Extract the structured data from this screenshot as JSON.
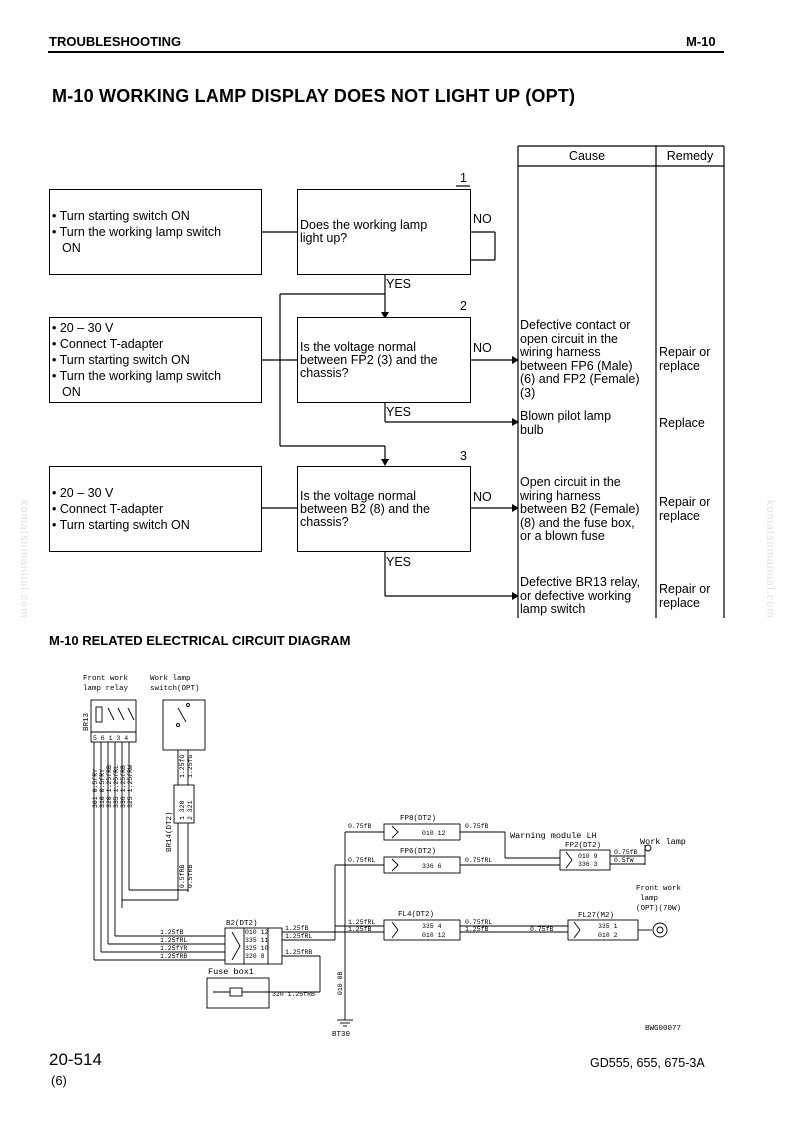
{
  "header": {
    "section": "TROUBLESHOOTING",
    "code": "M-10"
  },
  "title": "M-10  WORKING LAMP DISPLAY DOES NOT LIGHT UP (OPT)",
  "table": {
    "cause_header": "Cause",
    "remedy_header": "Remedy"
  },
  "steps": [
    {
      "number": "1",
      "conditions": [
        "• Turn starting switch ON",
        "• Turn the working lamp switch",
        "  ON"
      ],
      "question": [
        "Does the working lamp",
        "light up?"
      ],
      "no": "NO",
      "yes": "YES"
    },
    {
      "number": "2",
      "conditions": [
        "• 20 – 30 V",
        "• Connect T-adapter",
        "• Turn starting switch ON",
        "• Turn the working lamp switch",
        "  ON"
      ],
      "question": [
        "Is the voltage normal",
        "between FP2 (3) and the",
        "chassis?"
      ],
      "no": "NO",
      "yes": "YES"
    },
    {
      "number": "3",
      "conditions": [
        "• 20 – 30 V",
        "• Connect T-adapter",
        "• Turn starting switch ON"
      ],
      "question": [
        "Is the voltage normal",
        "between B2 (8) and the",
        "chassis?"
      ],
      "no": "NO",
      "yes": "YES"
    }
  ],
  "causes": [
    {
      "cause": [
        "Defective contact or",
        "open circuit in the",
        "wiring harness",
        "between FP6 (Male)",
        "(6) and FP2 (Female)",
        "(3)"
      ],
      "remedy": [
        "Repair or",
        "replace"
      ]
    },
    {
      "cause": [
        "Blown pilot lamp",
        "bulb"
      ],
      "remedy": [
        "Replace"
      ]
    },
    {
      "cause": [
        "Open circuit in the",
        "wiring harness",
        "between B2 (Female)",
        "(8) and the fuse box,",
        "or a blown fuse"
      ],
      "remedy": [
        "Repair or",
        "replace"
      ]
    },
    {
      "cause": [
        "Defective BR13 relay,",
        "or defective working",
        "lamp switch"
      ],
      "remedy": [
        "Repair or",
        "replace"
      ]
    }
  ],
  "diagram": {
    "heading": "M-10 RELATED ELECTRICAL CIRCUIT DIAGRAM",
    "relay_label": [
      "Front work",
      "lamp relay"
    ],
    "relay_conn": "BR13",
    "relay_pins": "5 6 1 3 4",
    "switch_label": [
      "Work lamp",
      "switch(OPT)"
    ],
    "br14": "BR14(DT2)",
    "br14_pins": [
      "1 320",
      "2 321"
    ],
    "wire_left": [
      "301 0.5fRY",
      "310 0.5fRY",
      "320 1.25fRB",
      "335 1.25fRL",
      "336 1.25fRB",
      "325 1.25fRW"
    ],
    "wire_sw": [
      "1.25fG",
      "1.25fG"
    ],
    "wire_0_5": [
      "0.5fRB",
      "0.5fRB"
    ],
    "fp8": "FP8(DT2)",
    "fp8_pins": "010 12",
    "fp6": "FP6(DT2)",
    "fp6_pins": "336 6",
    "fl4": "FL4(DT2)",
    "fl4_pins": [
      "335 4",
      "010 12"
    ],
    "fp2": "FP2(DT2)",
    "fp2_pins": [
      "010 9",
      "336 3"
    ],
    "fl27": "FL27(M2)",
    "fl27_pins": [
      "335 1",
      "010 2"
    ],
    "b2": "B2(DT2)",
    "b2_pins": [
      "010 12",
      "335 11",
      "325 10",
      "320 8"
    ],
    "b2_left": [
      "1.25fB",
      "1.25fRL",
      "1.25fYR",
      "1.25fRB"
    ],
    "b2_right": [
      "1.25fB",
      "1.25fRL",
      "",
      "1.25fRB"
    ],
    "mid_wires": [
      "0.75fB",
      "0.75fB",
      "0.75fRL",
      "0.75fRL",
      "1.25fRL",
      "0.75fRL",
      "1.25fB",
      "1.25fB",
      "0.75fB",
      "0.75fB",
      "0.5fW"
    ],
    "warning_module": "Warning module LH",
    "work_lamp": "Work lamp",
    "front_lamp": [
      "Front work",
      "lamp",
      "(OPT)(70W)"
    ],
    "fuse_box": "Fuse box1",
    "fuse_wire": "320 1.25fRB",
    "ground_wire": "010 0B",
    "ground": "BT30",
    "drawing_no": "BWG00077"
  },
  "footer": {
    "page": "20-514",
    "revision": "(6)",
    "model": "GD555, 655, 675-3A"
  },
  "watermark": "komatsumanual.com"
}
